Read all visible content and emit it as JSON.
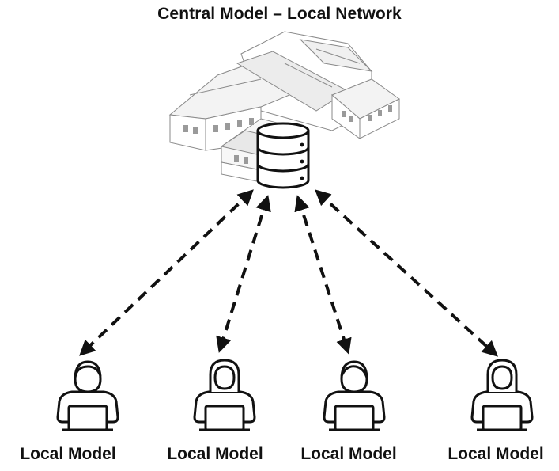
{
  "title": "Central Model – Local Network",
  "central": {
    "building": "building-icon",
    "server": "database-server-icon"
  },
  "nodes": [
    {
      "label": "Local Model",
      "icon": "user-laptop-icon"
    },
    {
      "label": "Local Model",
      "icon": "user-laptop-icon"
    },
    {
      "label": "Local Model",
      "icon": "user-laptop-icon"
    },
    {
      "label": "Local Model",
      "icon": "user-laptop-icon"
    }
  ],
  "connections": "bidirectional-dashed-arrow",
  "colors": {
    "stroke": "#111111",
    "building": "#b0b0b0"
  }
}
